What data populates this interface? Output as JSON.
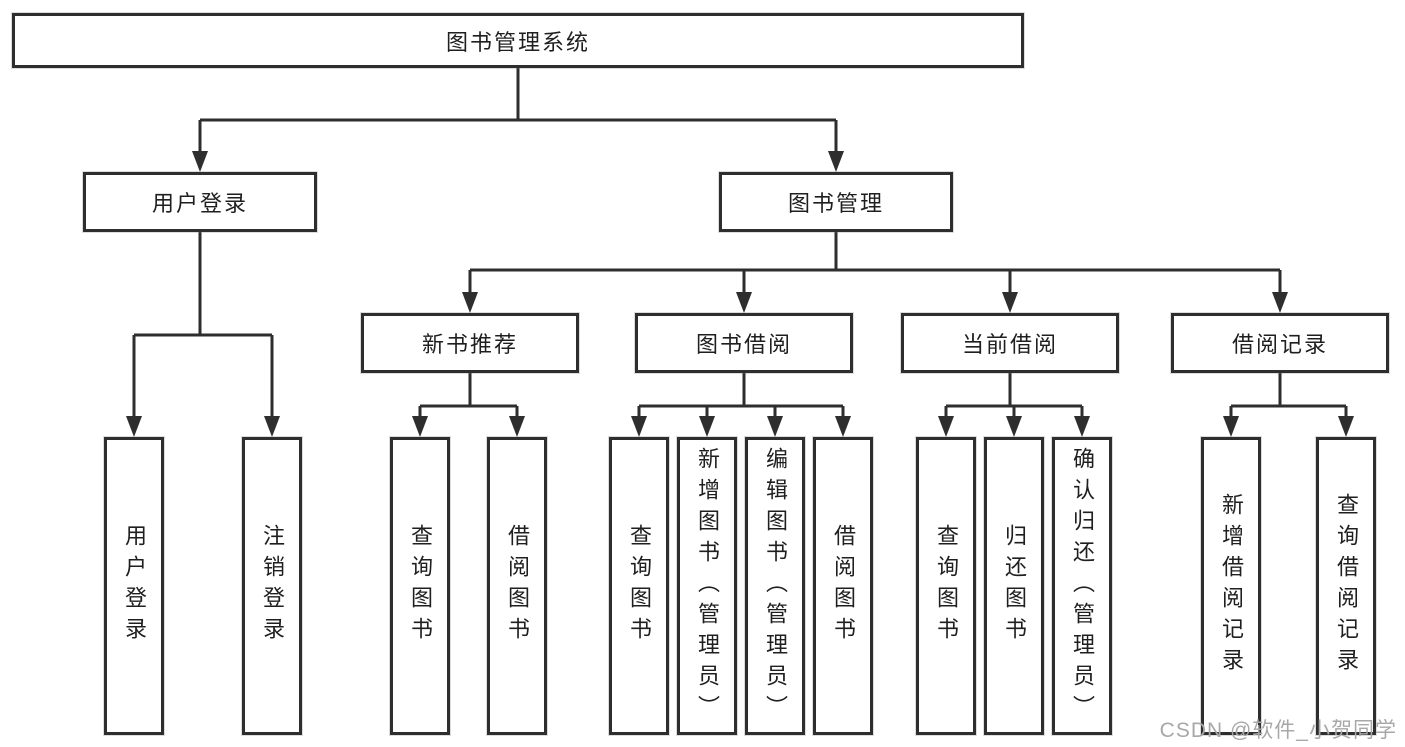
{
  "tree": {
    "root": {
      "label": "图书管理系统"
    },
    "level2": [
      {
        "label": "用户登录"
      },
      {
        "label": "图书管理"
      }
    ],
    "level3": [
      {
        "label": "新书推荐"
      },
      {
        "label": "图书借阅"
      },
      {
        "label": "当前借阅"
      },
      {
        "label": "借阅记录"
      }
    ],
    "leaves": {
      "login": [
        {
          "label": "用户登录"
        },
        {
          "label": "注销登录"
        }
      ],
      "recommend": [
        {
          "label": "查询图书"
        },
        {
          "label": "借阅图书"
        }
      ],
      "borrow": [
        {
          "label": "查询图书"
        },
        {
          "label": "新增图书（管理员）"
        },
        {
          "label": "编辑图书（管理员）"
        },
        {
          "label": "借阅图书"
        }
      ],
      "current": [
        {
          "label": "查询图书"
        },
        {
          "label": "归还图书"
        },
        {
          "label": "确认归还（管理员）"
        }
      ],
      "records": [
        {
          "label": "新增借阅记录"
        },
        {
          "label": "查询借阅记录"
        }
      ]
    }
  },
  "watermark": {
    "text": "CSDN @软件_小贺同学"
  },
  "colors": {
    "line": "#2e2e2e",
    "box_fill": "#ffffff",
    "text": "#1f1f1f",
    "watermark": "#a8a8a8"
  }
}
